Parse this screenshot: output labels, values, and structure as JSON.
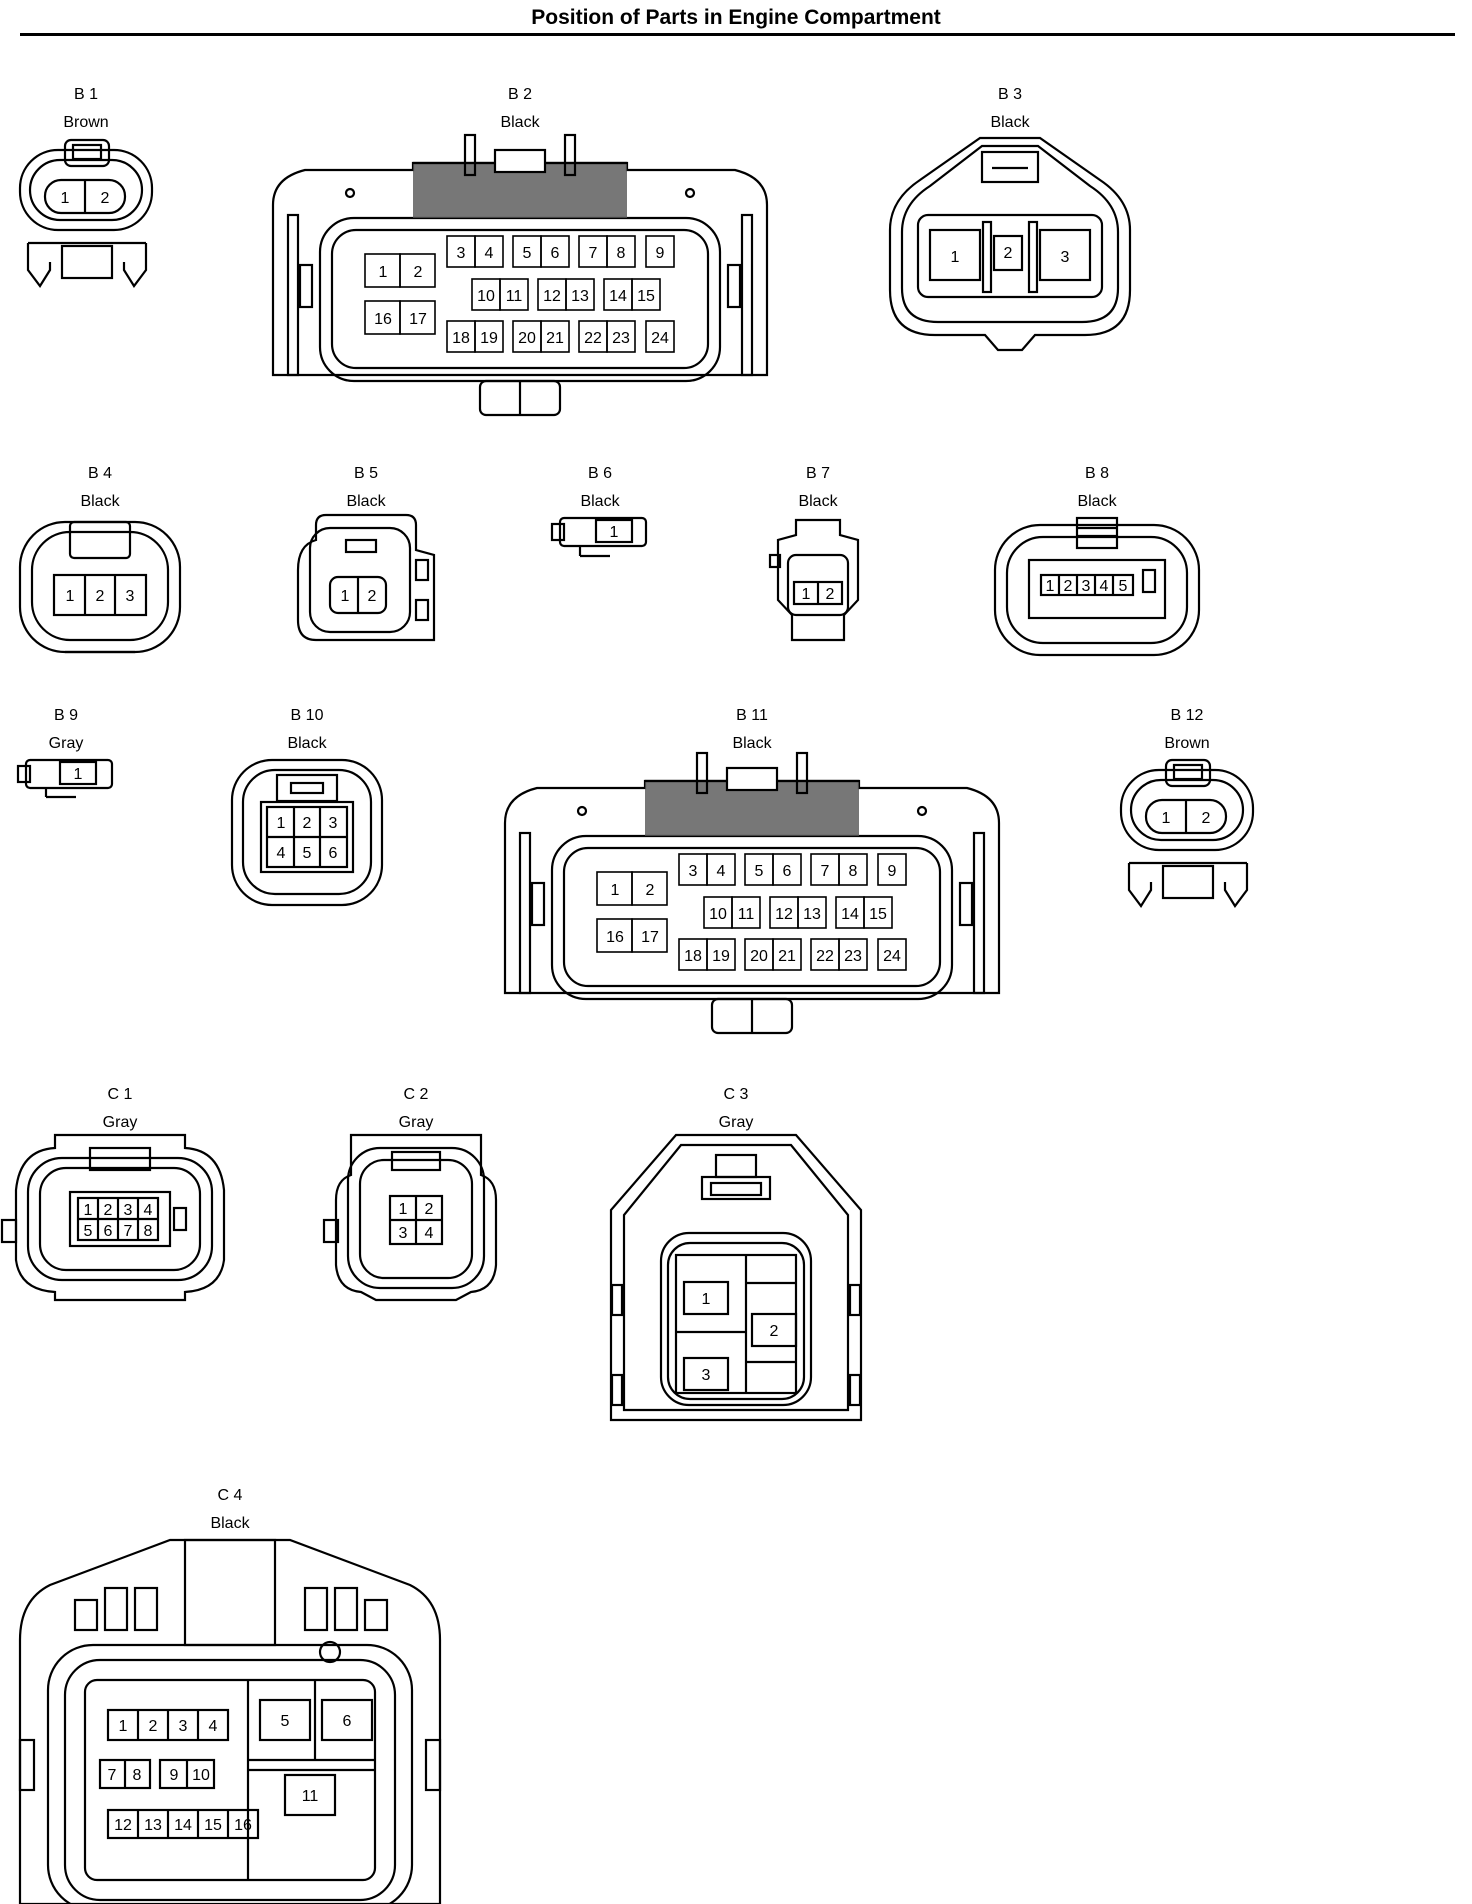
{
  "page": {
    "title": "Position of Parts in Engine Compartment"
  },
  "connectors": {
    "B1": {
      "code": "B 1",
      "color": "Brown",
      "pins": [
        "1",
        "2"
      ]
    },
    "B2": {
      "code": "B 2",
      "color": "Black",
      "pins": [
        "1",
        "2",
        "3",
        "4",
        "5",
        "6",
        "7",
        "8",
        "9",
        "10",
        "11",
        "12",
        "13",
        "14",
        "15",
        "16",
        "17",
        "18",
        "19",
        "20",
        "21",
        "22",
        "23",
        "24"
      ]
    },
    "B3": {
      "code": "B 3",
      "color": "Black",
      "pins": [
        "1",
        "2",
        "3"
      ]
    },
    "B4": {
      "code": "B 4",
      "color": "Black",
      "pins": [
        "1",
        "2",
        "3"
      ]
    },
    "B5": {
      "code": "B 5",
      "color": "Black",
      "pins": [
        "1",
        "2"
      ]
    },
    "B6": {
      "code": "B 6",
      "color": "Black",
      "pins": [
        "1"
      ]
    },
    "B7": {
      "code": "B 7",
      "color": "Black",
      "pins": [
        "1",
        "2"
      ]
    },
    "B8": {
      "code": "B 8",
      "color": "Black",
      "pins": [
        "1",
        "2",
        "3",
        "4",
        "5"
      ]
    },
    "B9": {
      "code": "B 9",
      "color": "Gray",
      "pins": [
        "1"
      ]
    },
    "B10": {
      "code": "B 10",
      "color": "Black",
      "pins": [
        "1",
        "2",
        "3",
        "4",
        "5",
        "6"
      ]
    },
    "B11": {
      "code": "B 11",
      "color": "Black",
      "pins": [
        "1",
        "2",
        "3",
        "4",
        "5",
        "6",
        "7",
        "8",
        "9",
        "10",
        "11",
        "12",
        "13",
        "14",
        "15",
        "16",
        "17",
        "18",
        "19",
        "20",
        "21",
        "22",
        "23",
        "24"
      ]
    },
    "B12": {
      "code": "B 12",
      "color": "Brown",
      "pins": [
        "1",
        "2"
      ]
    },
    "C1": {
      "code": "C 1",
      "color": "Gray",
      "pins": [
        "1",
        "2",
        "3",
        "4",
        "5",
        "6",
        "7",
        "8"
      ]
    },
    "C2": {
      "code": "C 2",
      "color": "Gray",
      "pins": [
        "1",
        "2",
        "3",
        "4"
      ]
    },
    "C3": {
      "code": "C 3",
      "color": "Gray",
      "pins": [
        "1",
        "2",
        "3"
      ]
    },
    "C4": {
      "code": "C 4",
      "color": "Black",
      "pins": [
        "1",
        "2",
        "3",
        "4",
        "5",
        "6",
        "7",
        "8",
        "9",
        "10",
        "11",
        "12",
        "13",
        "14",
        "15",
        "16"
      ]
    }
  }
}
